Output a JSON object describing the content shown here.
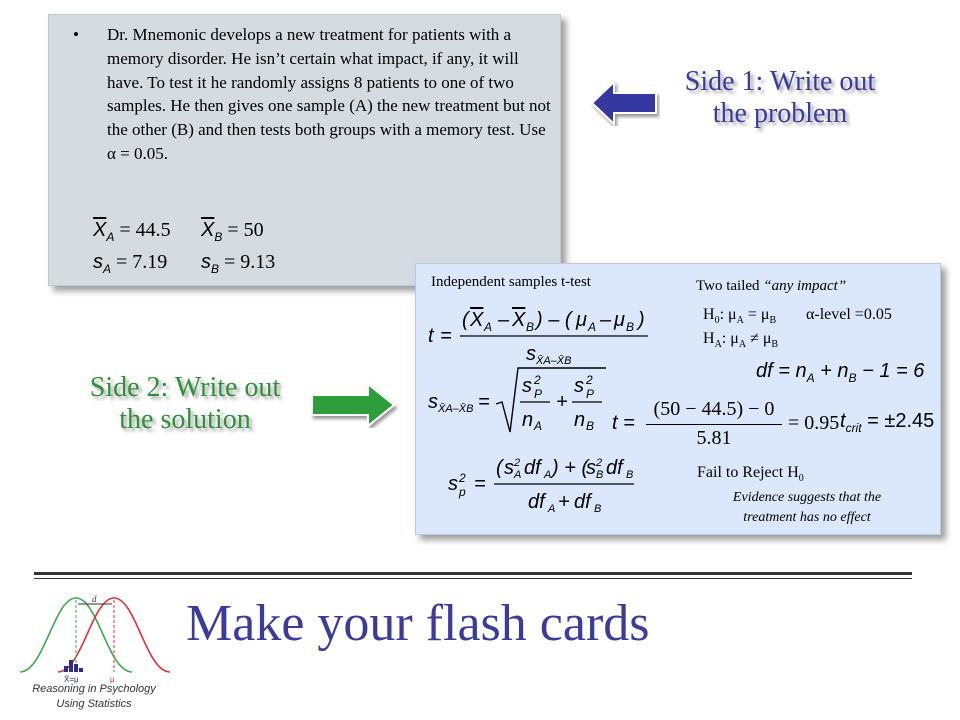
{
  "problem": {
    "bullet": "•",
    "text": "Dr. Mnemonic develops a new treatment for patients with a memory disorder.  He isn’t certain what impact, if any, it will have. To test it he randomly assigns 8 patients to one of two samples.  He then gives one sample (A) the new treatment but not the other (B) and then tests both groups with a memory test. Use α = 0.05.",
    "stats": {
      "xa_sym": "X",
      "xa_sub": "A",
      "xa_val": " = 44.5",
      "xb_sym": "X",
      "xb_sub": "B",
      "xb_val": " = 50",
      "sa_sym": "s",
      "sa_sub": "A",
      "sa_val": " = 7.19",
      "sb_sym": "s",
      "sb_sub": "B",
      "sb_val": " = 9.13"
    }
  },
  "side1": {
    "line1": "Side 1: Write out",
    "line2": "the problem",
    "color": "#3a3aa0"
  },
  "side2": {
    "line1": "Side 2: Write out",
    "line2": "the solution",
    "color": "#2f8f3b"
  },
  "solution": {
    "test_name": "Independent samples t-test",
    "two_tailed": "Two tailed",
    "any_impact": "“any impact”",
    "h0_label": "H",
    "h0_sub": "0",
    "h0_text": ": μ",
    "h0_rest": " = μ",
    "ha_label": "H",
    "ha_sub": "A",
    "ha_text": ": μ",
    "ha_rest": " ≠ μ",
    "mu_a": "A",
    "mu_b": "B",
    "alpha_level": "α-level =0.05",
    "df_formula": "df = n",
    "df_sub_a": "A",
    "df_plus": " + n",
    "df_sub_b": "B",
    "df_rest": " − 1 = 6",
    "t_result": "= 0.95",
    "t_crit_label": "t",
    "t_crit_sub": "crit",
    "t_crit_value": "= ±2.45",
    "t_num": "(50 − 44.5) − 0",
    "t_den": "5.81",
    "decision_label": "Fail to Reject H",
    "decision_sub": "0",
    "conclusion_line1": "Evidence suggests that the",
    "conclusion_line2": "treatment has no effect"
  },
  "footer": {
    "title": "Make your flash cards",
    "logo_line1": "Reasoning in Psychology",
    "logo_line2": "Using Statistics",
    "logo_d": "d",
    "logo_xbar": "X̄=μ",
    "logo_mu0": "μ"
  },
  "colors": {
    "card1": "#d4dbe1",
    "card2": "#dbe7fb",
    "title": "#3b3b9e",
    "arrow_blue": "#3538a0",
    "arrow_green": "#2e9e3e"
  },
  "icons": {
    "arrow_left": "arrow-left-icon",
    "arrow_right": "arrow-right-icon",
    "logo": "normal-curves-logo-icon"
  }
}
